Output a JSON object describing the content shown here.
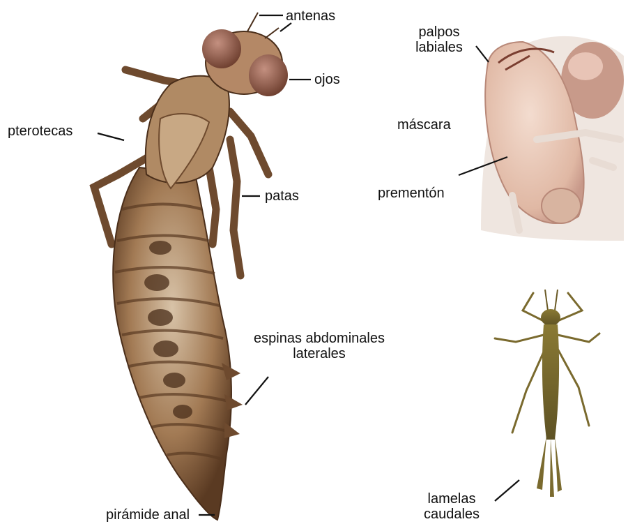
{
  "labels": {
    "antenas": "antenas",
    "ojos": "ojos",
    "pterotecas": "pterotecas",
    "patas": "patas",
    "espinas_line1": "espinas abdominales",
    "espinas_line2": "laterales",
    "piramide": "pirámide anal",
    "palpos_line1": "palpos",
    "palpos_line2": "labiales",
    "mascara": "máscara",
    "prementon": "prementón",
    "lamelas_line1": "lamelas",
    "lamelas_line2": "caudales"
  },
  "colors": {
    "background": "#ffffff",
    "text": "#111111",
    "larva_body": "#a27a54",
    "larva_dark": "#5a3a22",
    "larva_light": "#d8c3a8",
    "eye": "#8c5a45",
    "mask": "#e6c4b2",
    "mask_shadow": "#caa08c",
    "damselfly": "#7a6a2e"
  }
}
